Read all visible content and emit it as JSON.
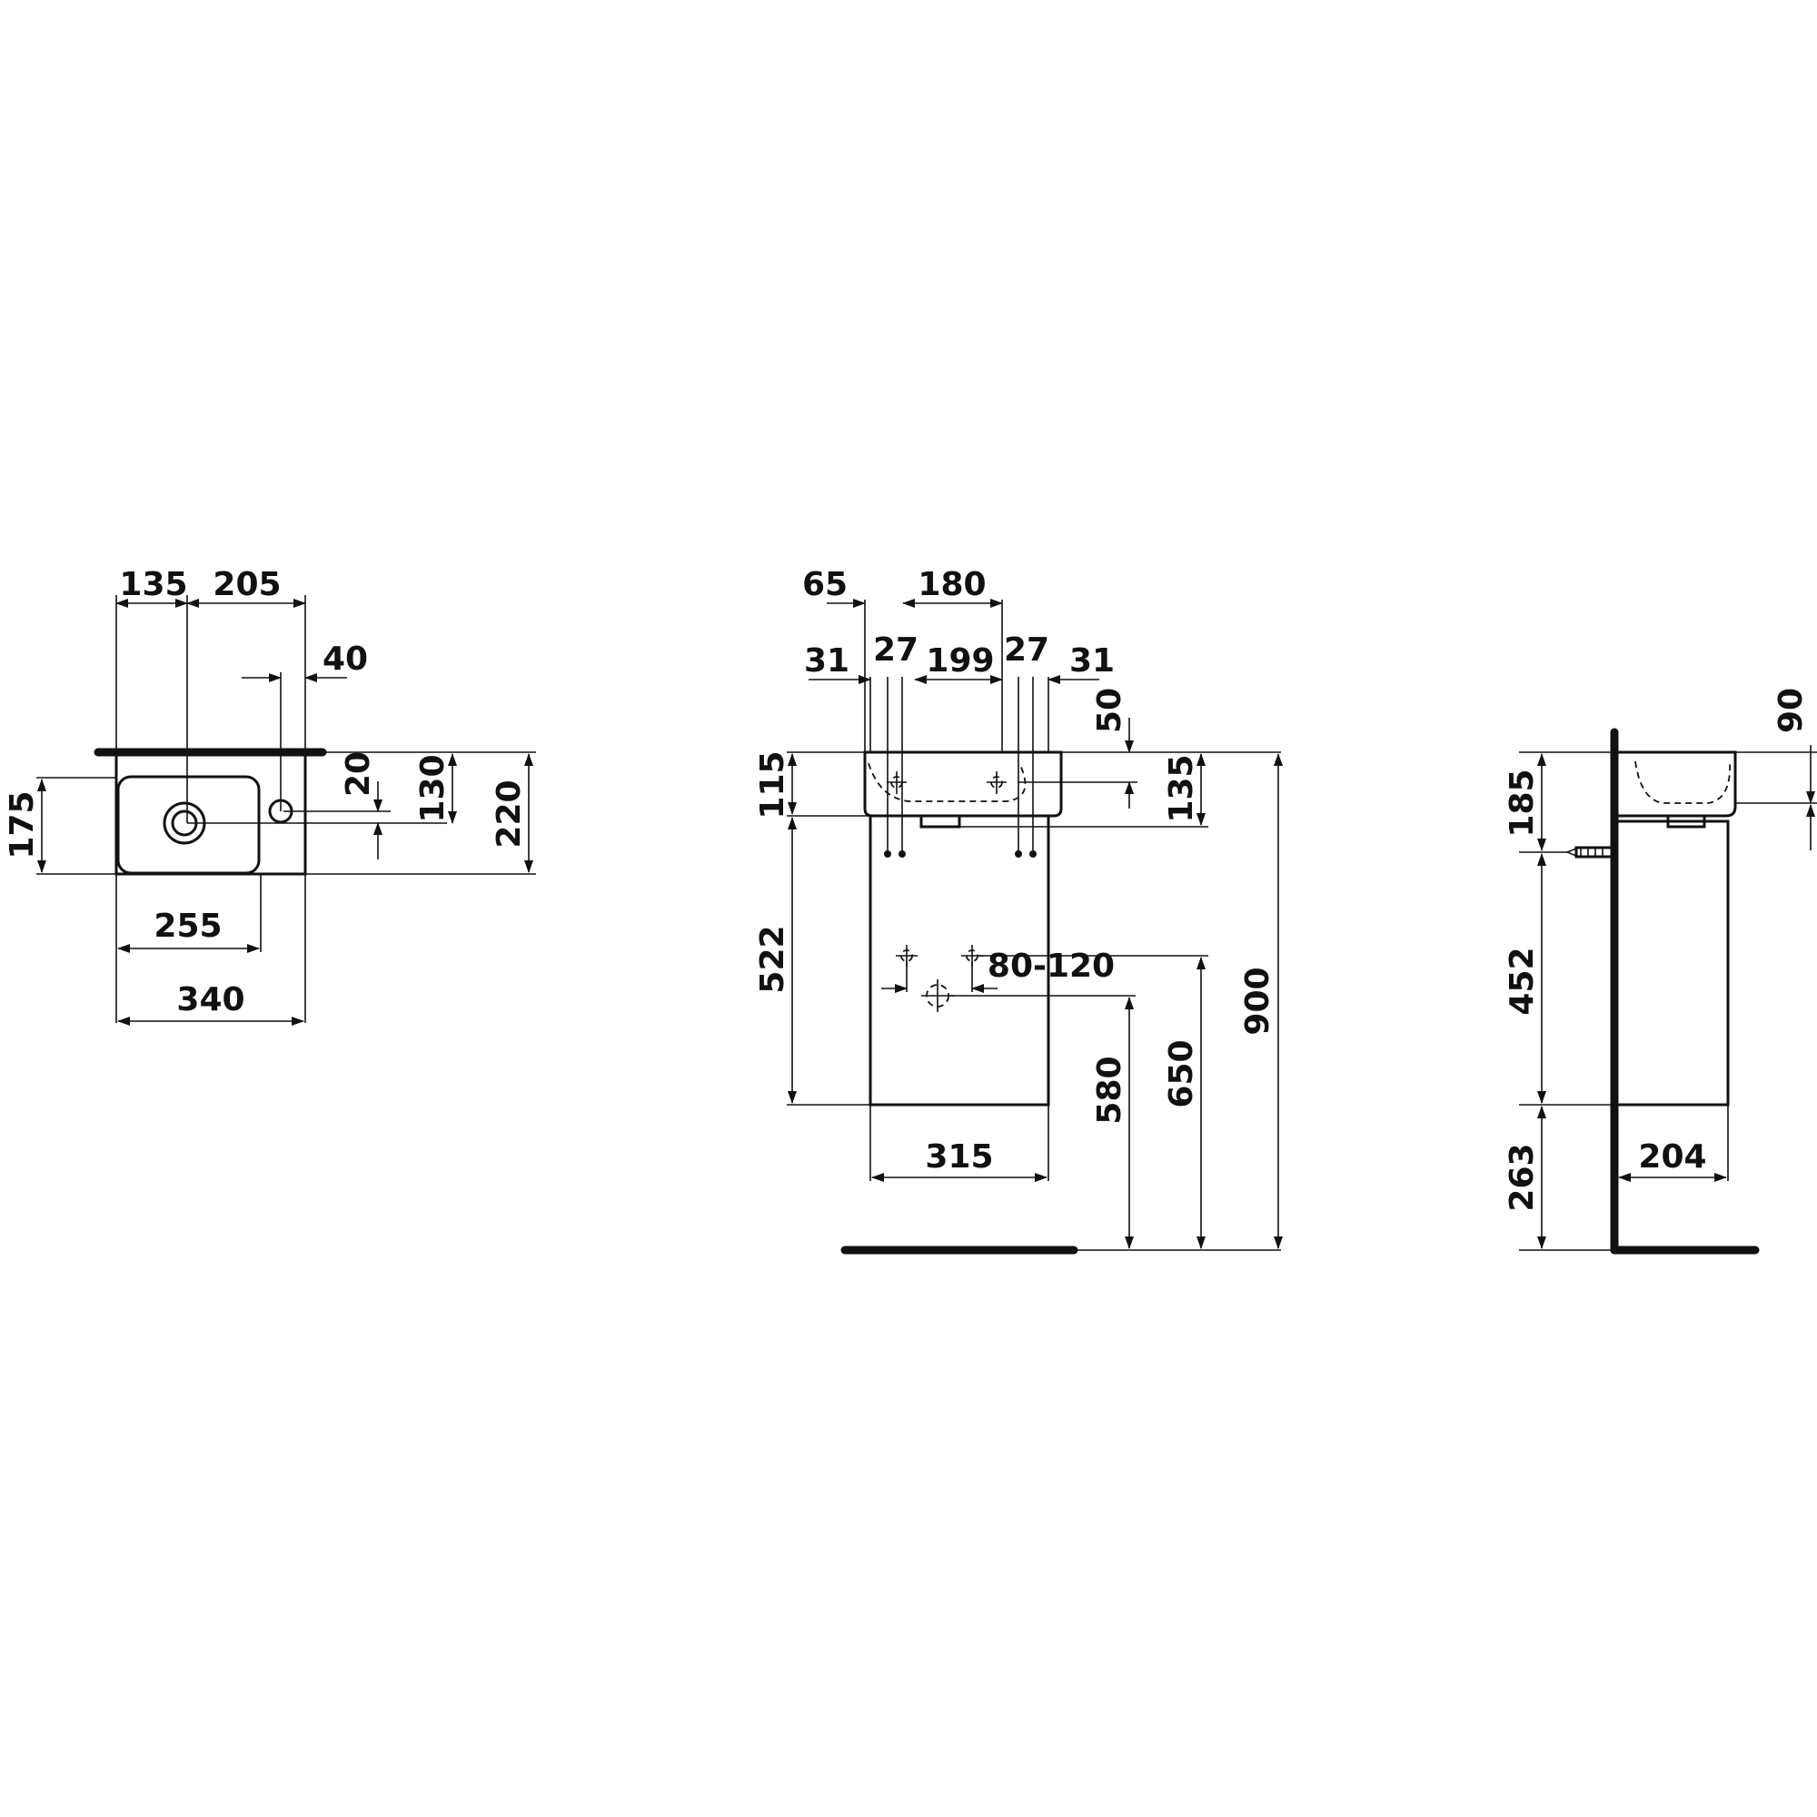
{
  "views": {
    "top": {
      "dims": {
        "d135": "135",
        "d205": "205",
        "d40": "40",
        "d20": "20",
        "d130": "130",
        "d220": "220",
        "d175": "175",
        "d255": "255",
        "d340": "340"
      }
    },
    "front": {
      "dims": {
        "d65": "65",
        "d180": "180",
        "d31a": "31",
        "d27a": "27",
        "d199": "199",
        "d27b": "27",
        "d31b": "31",
        "d50": "50",
        "d115": "115",
        "d135": "135",
        "d522": "522",
        "d80_120": "80-120",
        "d580": "580",
        "d650": "650",
        "d900": "900",
        "d315": "315"
      }
    },
    "side": {
      "dims": {
        "d90": "90",
        "d185": "185",
        "d452": "452",
        "d263": "263",
        "d204": "204"
      }
    }
  }
}
